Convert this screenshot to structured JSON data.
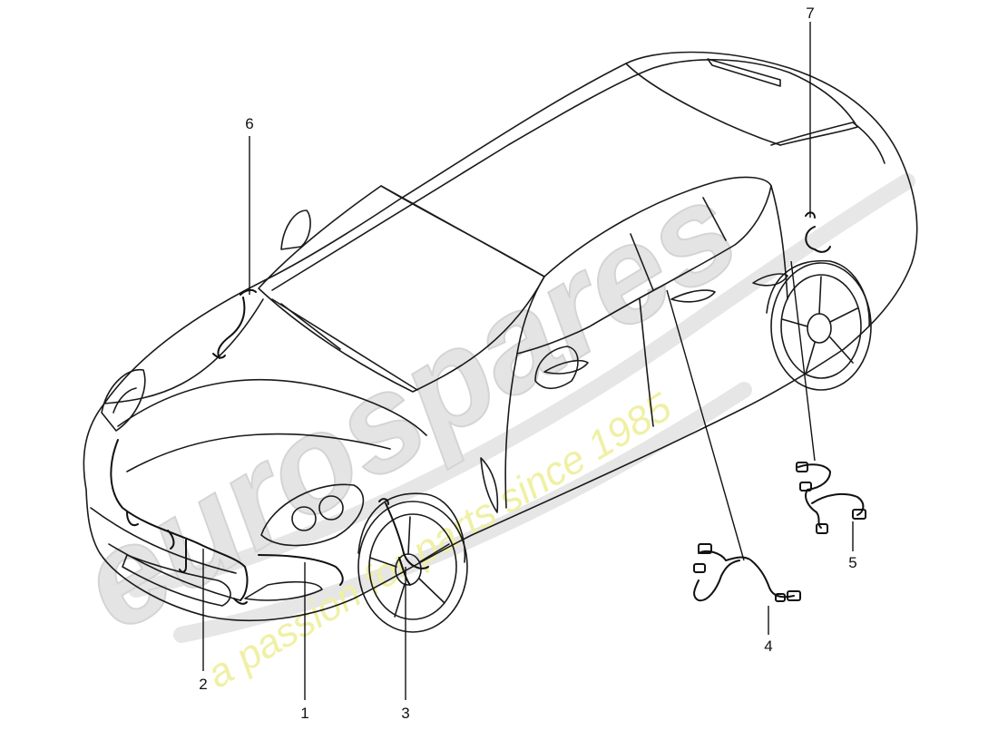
{
  "diagram": {
    "callouts": [
      {
        "id": "1",
        "label": "1"
      },
      {
        "id": "2",
        "label": "2"
      },
      {
        "id": "3",
        "label": "3"
      },
      {
        "id": "4",
        "label": "4"
      },
      {
        "id": "5",
        "label": "5"
      },
      {
        "id": "6",
        "label": "6"
      },
      {
        "id": "7",
        "label": "7"
      }
    ]
  },
  "watermark": {
    "brand": "eurospares",
    "tagline": "a passion for parts since 1985",
    "brand_color": "#dcdcdc",
    "tagline_color": "#eeee9a"
  },
  "colors": {
    "line": "#1a1a1a",
    "background": "#ffffff"
  }
}
